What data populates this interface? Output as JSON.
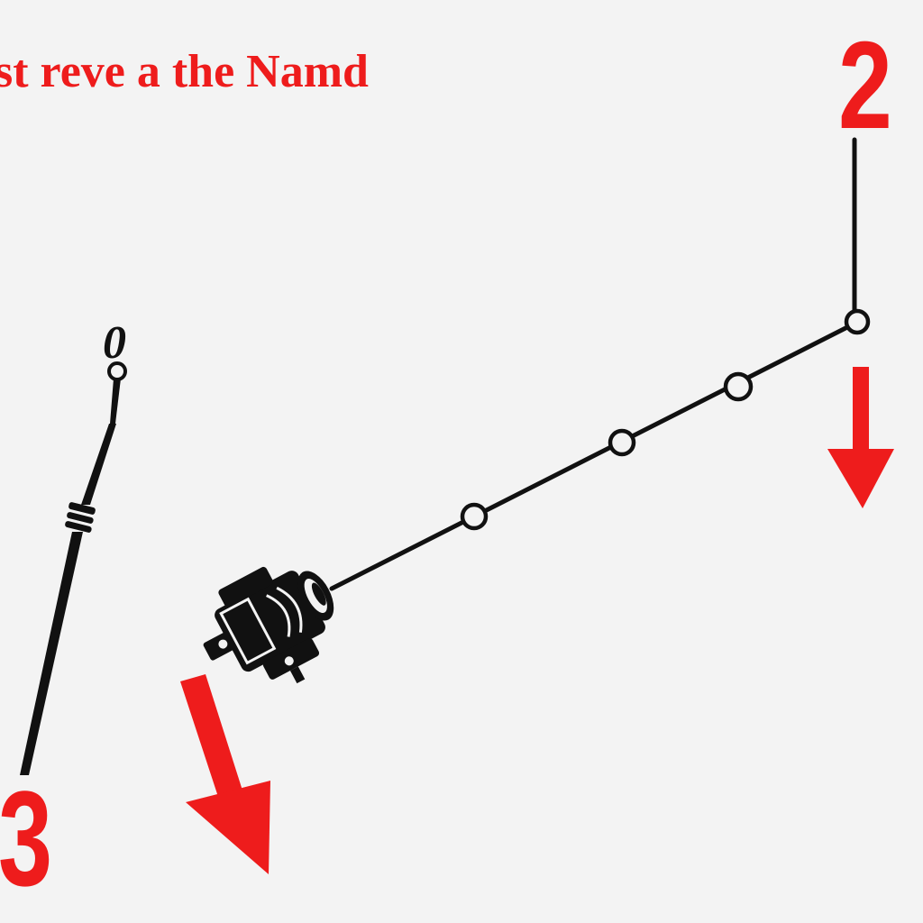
{
  "heading": {
    "text": "st reve a the Namd"
  },
  "labels": {
    "num_two": "2",
    "num_three": "3",
    "num_zero": "0"
  },
  "colors": {
    "accent": "#ee1c1c",
    "ink": "#111111",
    "background": "#f3f3f3"
  },
  "icons": {
    "device": "motor-device-icon",
    "arrow_right": "arrow-down-icon",
    "arrow_left": "arrow-down-right-icon"
  }
}
